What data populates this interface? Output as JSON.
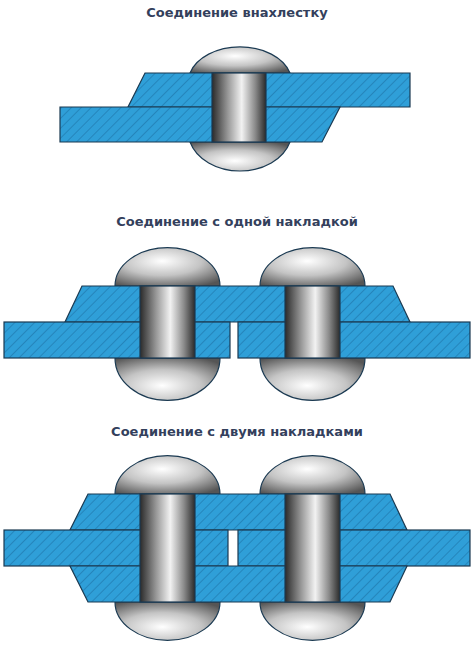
{
  "diagram": {
    "labels": [
      "Соединение внахлестку",
      "Соединение с одной накладкой",
      "Соединение с двумя накладками"
    ]
  }
}
